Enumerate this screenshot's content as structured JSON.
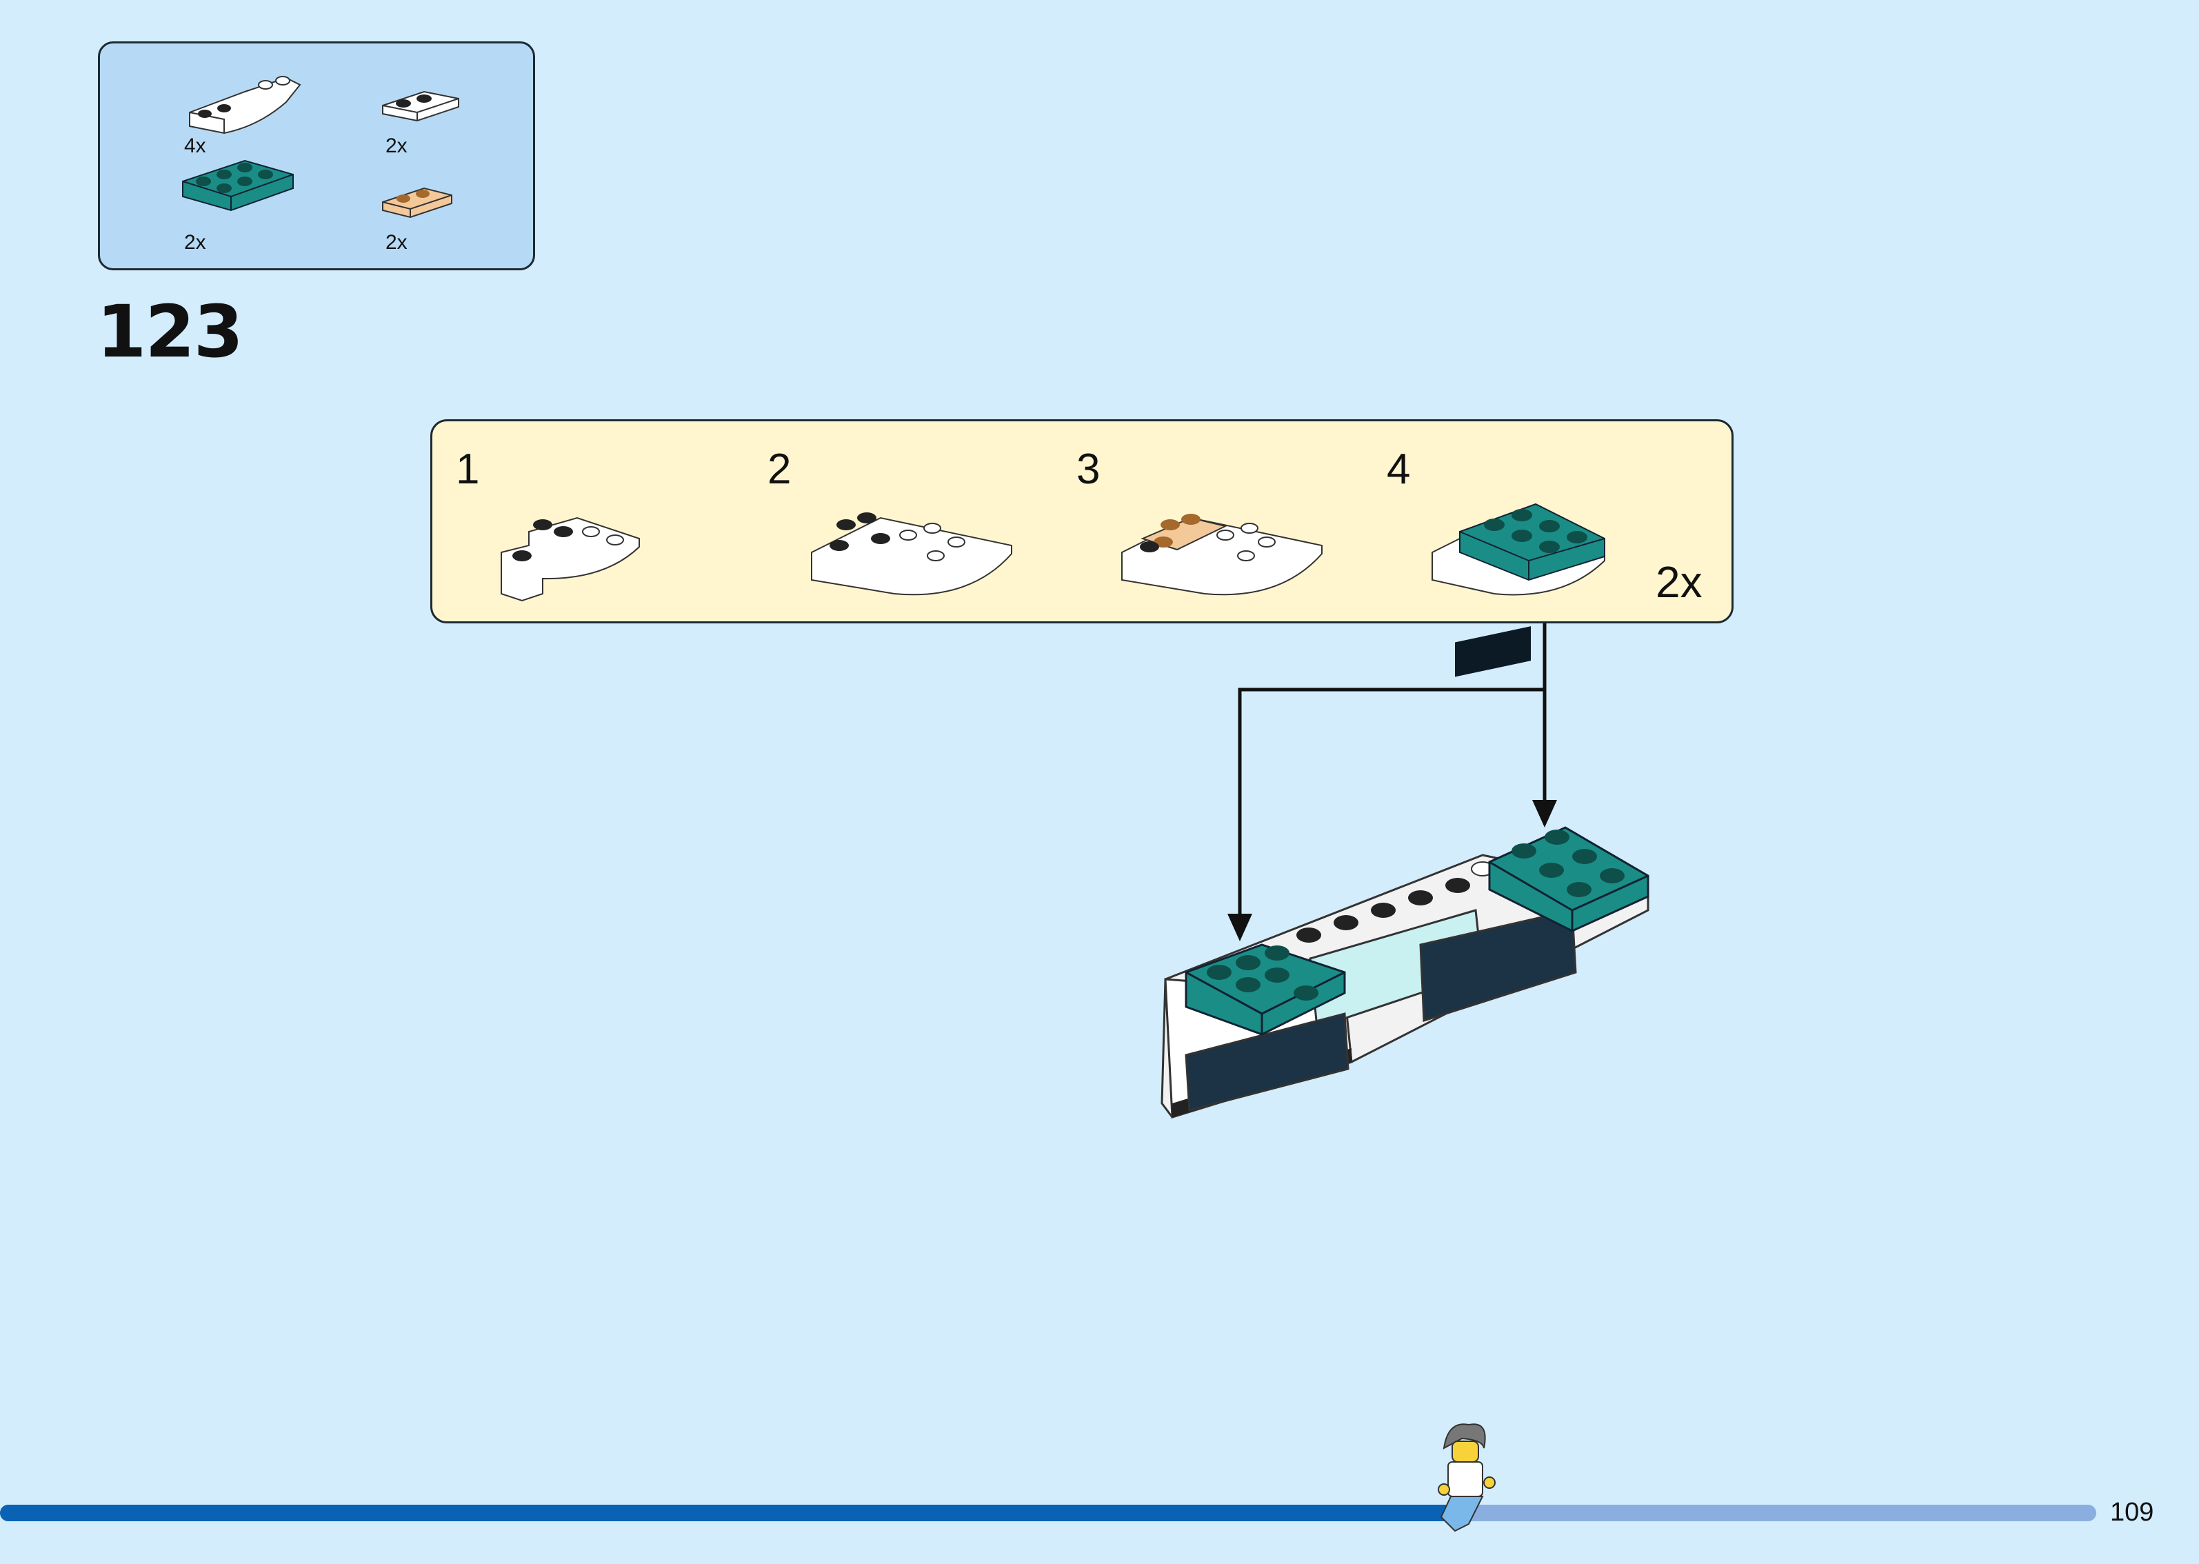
{
  "step": {
    "number": "123",
    "multiplier": "2x"
  },
  "parts": [
    {
      "name": "white-slope-plate",
      "qty": "4x"
    },
    {
      "name": "white-plate-1x2",
      "qty": "2x"
    },
    {
      "name": "teal-plate-2x3",
      "qty": "2x"
    },
    {
      "name": "tan-plate-1x2",
      "qty": "2x"
    }
  ],
  "substeps": [
    {
      "label": "1"
    },
    {
      "label": "2"
    },
    {
      "label": "3"
    },
    {
      "label": "4"
    }
  ],
  "page": {
    "number": "109"
  },
  "colors": {
    "background": "#d4edfd",
    "parts_box": "#b6daf5",
    "substep_box": "#fff6cf",
    "teal": "#1a8e86",
    "tan": "#e9b47a",
    "progress_done": "#0a62b5",
    "progress_todo": "#8aaedf"
  }
}
